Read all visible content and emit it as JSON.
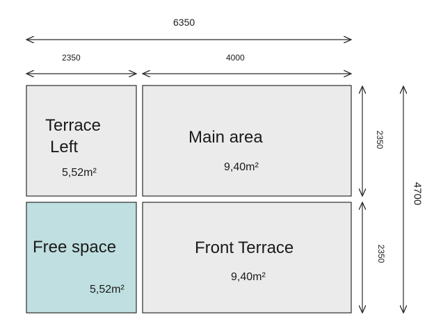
{
  "colors": {
    "room_fill": "#ebebeb",
    "free_fill": "#bfdfe0",
    "stroke": "#2b2b2b"
  },
  "dimensions": {
    "total_width": "6350",
    "left_width": "2350",
    "right_width": "4000",
    "top_height": "2350",
    "bottom_height": "2350",
    "total_height": "4700"
  },
  "rooms": {
    "terrace_left": {
      "name_line1": "Terrace",
      "name_line2": "Left",
      "area": "5,52m²"
    },
    "main_area": {
      "name": "Main area",
      "area": "9,40m²"
    },
    "free_space": {
      "name": "Free space",
      "area": "5,52m²"
    },
    "front_terrace": {
      "name": "Front Terrace",
      "area": "9,40m²"
    }
  }
}
